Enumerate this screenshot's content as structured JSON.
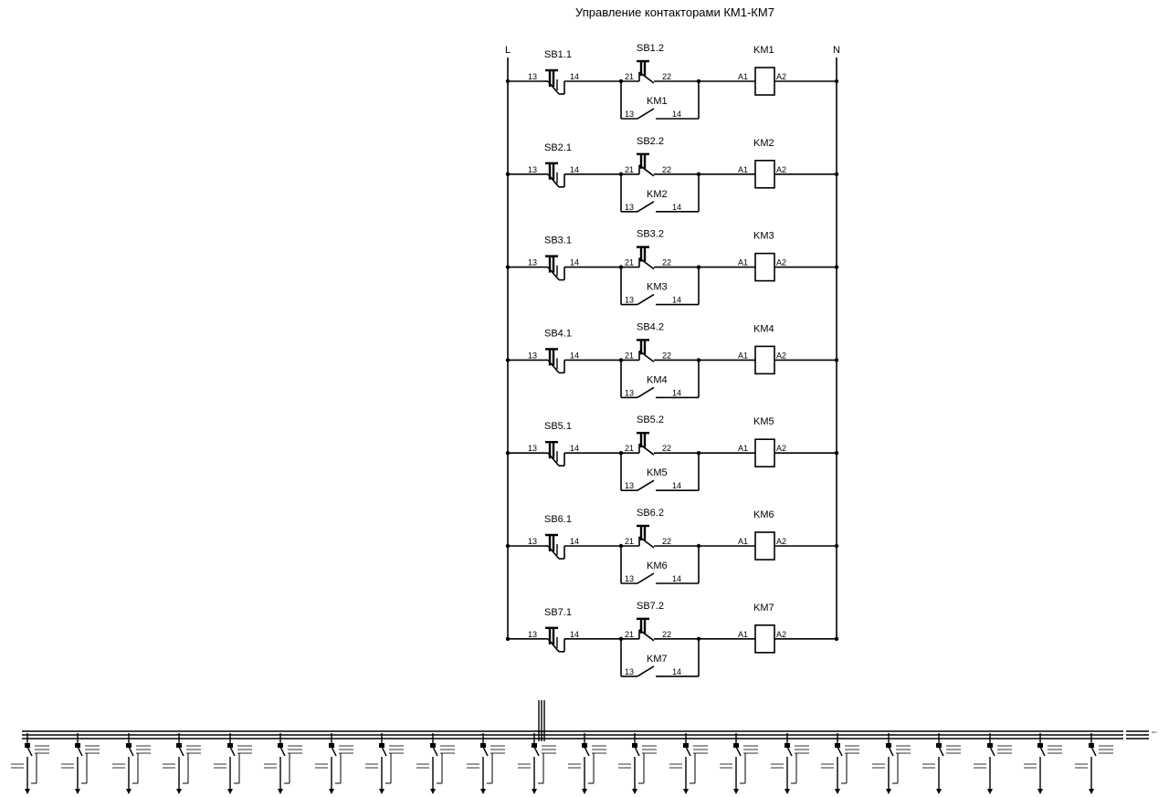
{
  "title": "Управление контакторами КМ1-КМ7",
  "rails": {
    "left": "L",
    "right": "N"
  },
  "pins": {
    "no_in": "13",
    "no_out": "14",
    "nc_in": "21",
    "nc_out": "22",
    "coil_in": "A1",
    "coil_out": "A2"
  },
  "rungs": [
    {
      "start_button": "SB1.1",
      "stop_button": "SB1.2",
      "coil": "KM1",
      "holding_contact": "KM1"
    },
    {
      "start_button": "SB2.1",
      "stop_button": "SB2.2",
      "coil": "KM2",
      "holding_contact": "KM2"
    },
    {
      "start_button": "SB3.1",
      "stop_button": "SB3.2",
      "coil": "KM3",
      "holding_contact": "KM3"
    },
    {
      "start_button": "SB4.1",
      "stop_button": "SB4.2",
      "coil": "KM4",
      "holding_contact": "KM4"
    },
    {
      "start_button": "SB5.1",
      "stop_button": "SB5.2",
      "coil": "KM5",
      "holding_contact": "KM5"
    },
    {
      "start_button": "SB6.1",
      "stop_button": "SB6.2",
      "coil": "KM6",
      "holding_contact": "KM6"
    },
    {
      "start_button": "SB7.1",
      "stop_button": "SB7.2",
      "coil": "KM7",
      "holding_contact": "KM7"
    }
  ],
  "power_panel": {
    "feeder_count": 22,
    "end_label": "QF1"
  }
}
